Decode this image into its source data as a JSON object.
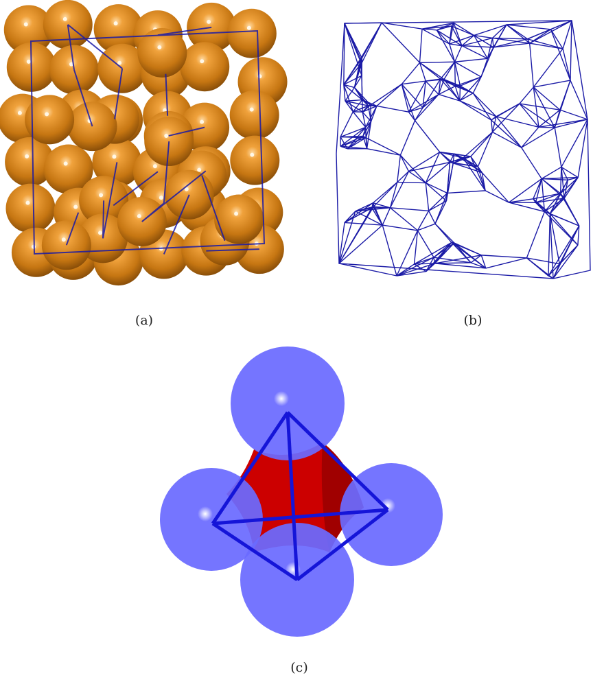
{
  "figure": {
    "panels": [
      {
        "id": "a",
        "caption": "(a)"
      },
      {
        "id": "b",
        "caption": "(b)"
      },
      {
        "id": "c",
        "caption": "(c)"
      }
    ]
  },
  "colors": {
    "sphere_orange": "#c97a14",
    "edge_blue": "#1a1aa6",
    "sphere_blue": "#6b6bff",
    "pore_red": "#cc0000"
  }
}
